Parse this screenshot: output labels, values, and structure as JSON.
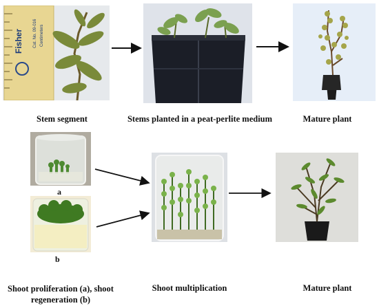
{
  "row1": {
    "captions": [
      "Stem segment",
      "Stems planted in a peat-perlite medium",
      "Mature plant"
    ],
    "ruler_text": [
      "Fisher",
      "Cat. No. 09-016",
      "Centimeters"
    ]
  },
  "row2": {
    "captions": [
      "Shoot proliferation (a), shoot",
      "regeneration (b)",
      "Shoot multiplication",
      "Mature plant"
    ],
    "sublabels": [
      "a",
      "b"
    ]
  },
  "icons": [
    "ruler",
    "leafy-stem",
    "seedling-tray",
    "potted-shrub",
    "culture-jar",
    "arrow"
  ]
}
